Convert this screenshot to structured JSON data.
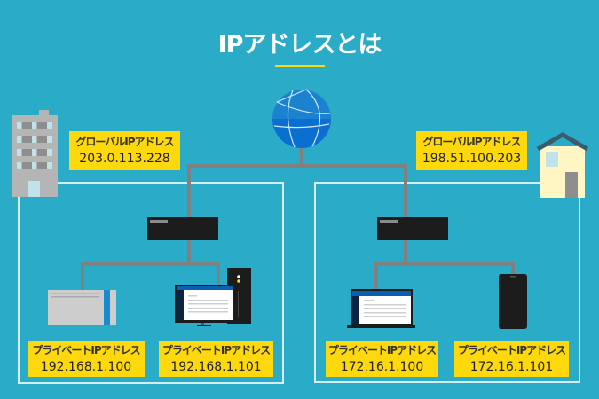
{
  "title": "IPアドレスとは",
  "left_network": {
    "global_label": "グローバルIPアドレス",
    "global_ip": "203.0.113.228",
    "devices": [
      {
        "label": "プライベートIPアドレス",
        "ip": "192.168.1.100"
      },
      {
        "label": "プライベートIPアドレス",
        "ip": "192.168.1.101"
      }
    ]
  },
  "right_network": {
    "global_label": "グローバルIPアドレス",
    "global_ip": "198.51.100.203",
    "devices": [
      {
        "label": "プライベートIPアドレス",
        "ip": "172.16.1.100"
      },
      {
        "label": "プライベートIPアドレス",
        "ip": "172.16.1.101"
      }
    ]
  },
  "colors": {
    "background": "#2aabc7",
    "label": "#fdd80d",
    "line": "#808080"
  }
}
